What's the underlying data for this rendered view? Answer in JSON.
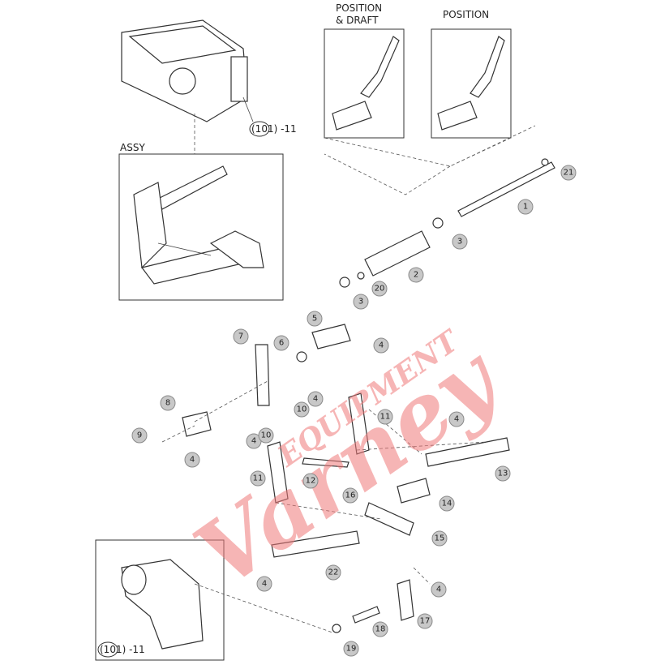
{
  "title_boxes": {
    "position_draft": "POSITION\n& DRAFT",
    "position_draft_line1": "POSITION",
    "position_draft_line2": "& DRAFT",
    "position": "POSITION",
    "assy": "ASSY"
  },
  "refs": {
    "top": "(101) -11",
    "bottom": "(101) -11"
  },
  "watermark": {
    "script": "Varney",
    "word": "EQUIPMENT",
    "color": "#f07a7a"
  },
  "callouts": [
    "1",
    "21",
    "3",
    "2",
    "20",
    "3",
    "5",
    "6",
    "4",
    "7",
    "4",
    "10",
    "11",
    "8",
    "4",
    "10",
    "9",
    "4",
    "4",
    "11",
    "12",
    "13",
    "14",
    "16",
    "15",
    "22",
    "4",
    "4",
    "17",
    "18",
    "19"
  ]
}
